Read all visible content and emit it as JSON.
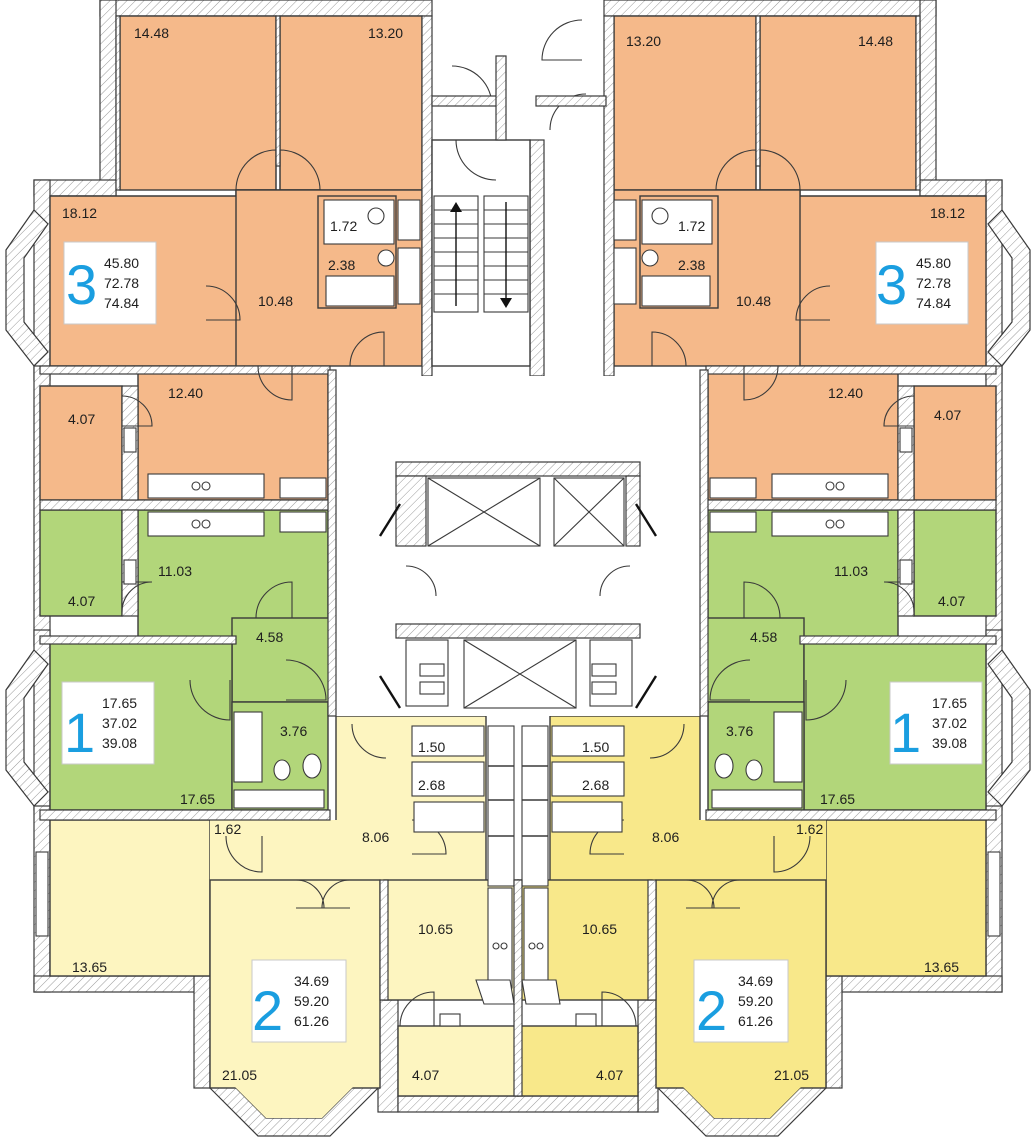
{
  "colors": {
    "three_room": "#f5b98a",
    "one_room": "#b2d67a",
    "two_room_left": "#fdf5c0",
    "two_room_right": "#f8e88a",
    "common": "#ffffff",
    "badge_number": "#1a9ee0",
    "walls": "#3a3a3a"
  },
  "apartments": {
    "three_left": {
      "rooms": "3",
      "living": "45.80",
      "total": "72.78",
      "total_balcony": "74.84"
    },
    "three_right": {
      "rooms": "3",
      "living": "45.80",
      "total": "72.78",
      "total_balcony": "74.84"
    },
    "one_left": {
      "rooms": "1",
      "living": "17.65",
      "total": "37.02",
      "total_balcony": "39.08"
    },
    "one_right": {
      "rooms": "1",
      "living": "17.65",
      "total": "37.02",
      "total_balcony": "39.08"
    },
    "two_left": {
      "rooms": "2",
      "living": "34.69",
      "total": "59.20",
      "total_balcony": "61.26"
    },
    "two_right": {
      "rooms": "2",
      "living": "34.69",
      "total": "59.20",
      "total_balcony": "61.26"
    }
  },
  "rooms": {
    "tl_bed_a": "14.48",
    "tl_bed_b": "13.20",
    "tl_living": "18.12",
    "tl_wc": "1.72",
    "tl_bath": "2.38",
    "tl_hall": "10.48",
    "tl_kitchen": "12.40",
    "tl_loggia": "4.07",
    "tr_bed_a": "13.20",
    "tr_bed_b": "14.48",
    "tr_living": "18.12",
    "tr_wc": "1.72",
    "tr_bath": "2.38",
    "tr_hall": "10.48",
    "tr_kitchen": "12.40",
    "tr_loggia": "4.07",
    "ml_kitchen": "11.03",
    "ml_loggia": "4.07",
    "ml_hall": "4.58",
    "ml_bath": "3.76",
    "ml_room": "17.65",
    "mr_kitchen": "11.03",
    "mr_loggia": "4.07",
    "mr_hall": "4.58",
    "mr_bath": "3.76",
    "mr_room": "17.65",
    "bl_closet": "1.62",
    "bl_hall": "8.06",
    "bl_wc": "1.50",
    "bl_bath": "2.68",
    "bl_room": "13.65",
    "bl_kitchen": "10.65",
    "bl_bed": "21.05",
    "bl_loggia": "4.07",
    "br_closet": "1.62",
    "br_hall": "8.06",
    "br_wc": "1.50",
    "br_bath": "2.68",
    "br_room": "13.65",
    "br_kitchen": "10.65",
    "br_bed": "21.05",
    "br_loggia": "4.07"
  }
}
